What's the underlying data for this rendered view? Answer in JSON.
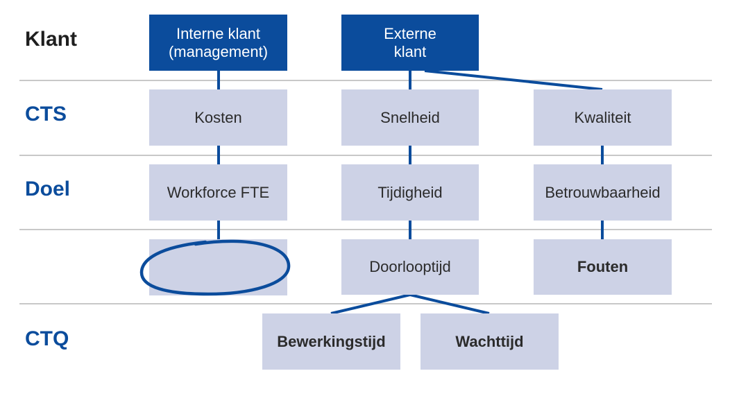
{
  "colors": {
    "dark_box": "#0b4c9c",
    "light_box": "#cdd2e6",
    "connector": "#0b4c9c",
    "separator": "#c8c8c8",
    "label_dark": "#1f1f1f",
    "label_blue": "#0b4c9c"
  },
  "rows": {
    "klant": "Klant",
    "cts": "CTS",
    "doel": "Doel",
    "ctq": "CTQ"
  },
  "klant": {
    "intern": "Interne klant\n(management)",
    "extern": "Externe\nklant"
  },
  "cts": {
    "kosten": "Kosten",
    "snelheid": "Snelheid",
    "kwaliteit": "Kwaliteit"
  },
  "doel": {
    "workforce": "Workforce FTE",
    "tijdigheid": "Tijdigheid",
    "betrouwbaarheid": "Betrouwbaarheid"
  },
  "level4": {
    "empty": "",
    "doorlooptijd": "Doorlooptijd",
    "fouten": "Fouten"
  },
  "ctq": {
    "bewerkingstijd": "Bewerkingstijd",
    "wachttijd": "Wachttijd"
  }
}
